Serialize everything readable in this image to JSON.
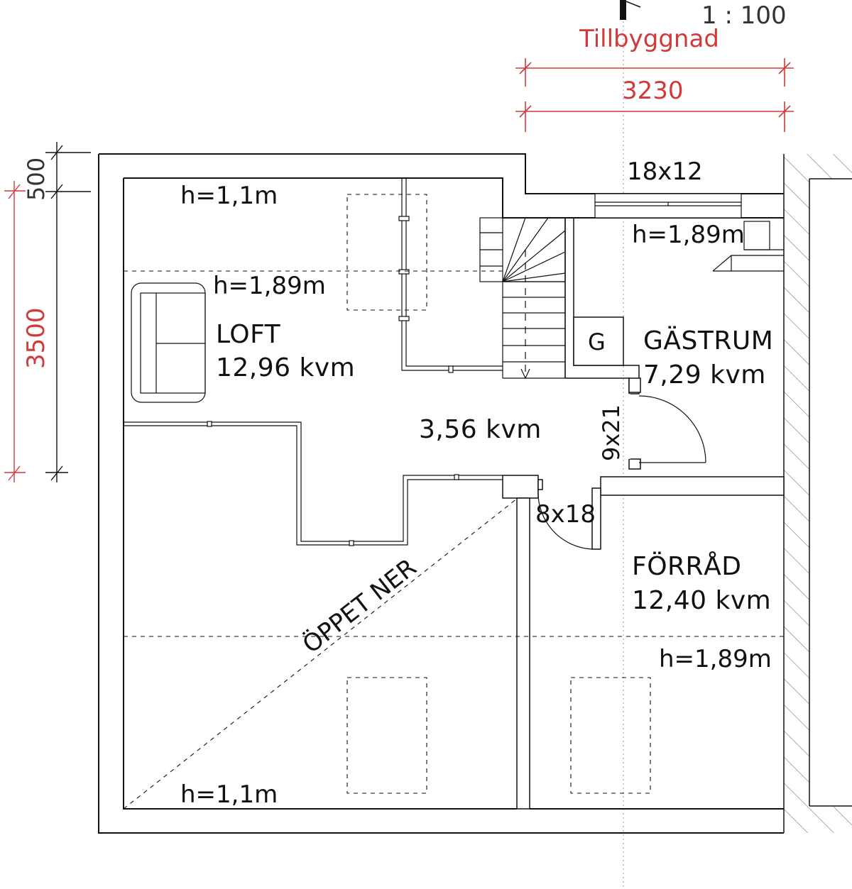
{
  "scale": "1 : 100",
  "section_title": "Tillbyggnad",
  "dimensions": {
    "width_top": "3230",
    "height_small": "500",
    "height_large": "3500"
  },
  "rooms": {
    "loft": {
      "name": "LOFT",
      "area": "12,96 kvm"
    },
    "gastrum": {
      "name": "GÄSTRUM",
      "area": "7,29 kvm"
    },
    "forrad": {
      "name": "FÖRRÅD",
      "area": "12,40 kvm"
    },
    "hall_area": "3,56 kvm",
    "open_below": "ÖPPET NER"
  },
  "heights": {
    "loft_top": "h=1,1m",
    "loft_mid": "h=1,89m",
    "gastrum_top": "h=1,89m",
    "forrad_mid": "h=1,89m",
    "bottom": "h=1,1m"
  },
  "openings": {
    "window_top": "18x12",
    "door_gastrum": "9x21",
    "door_forrad": "8x18"
  },
  "symbols": {
    "gas_meter": "G"
  },
  "colors": {
    "line": "#111111",
    "dimension": "#d23a3a",
    "hatch": "#777777"
  }
}
